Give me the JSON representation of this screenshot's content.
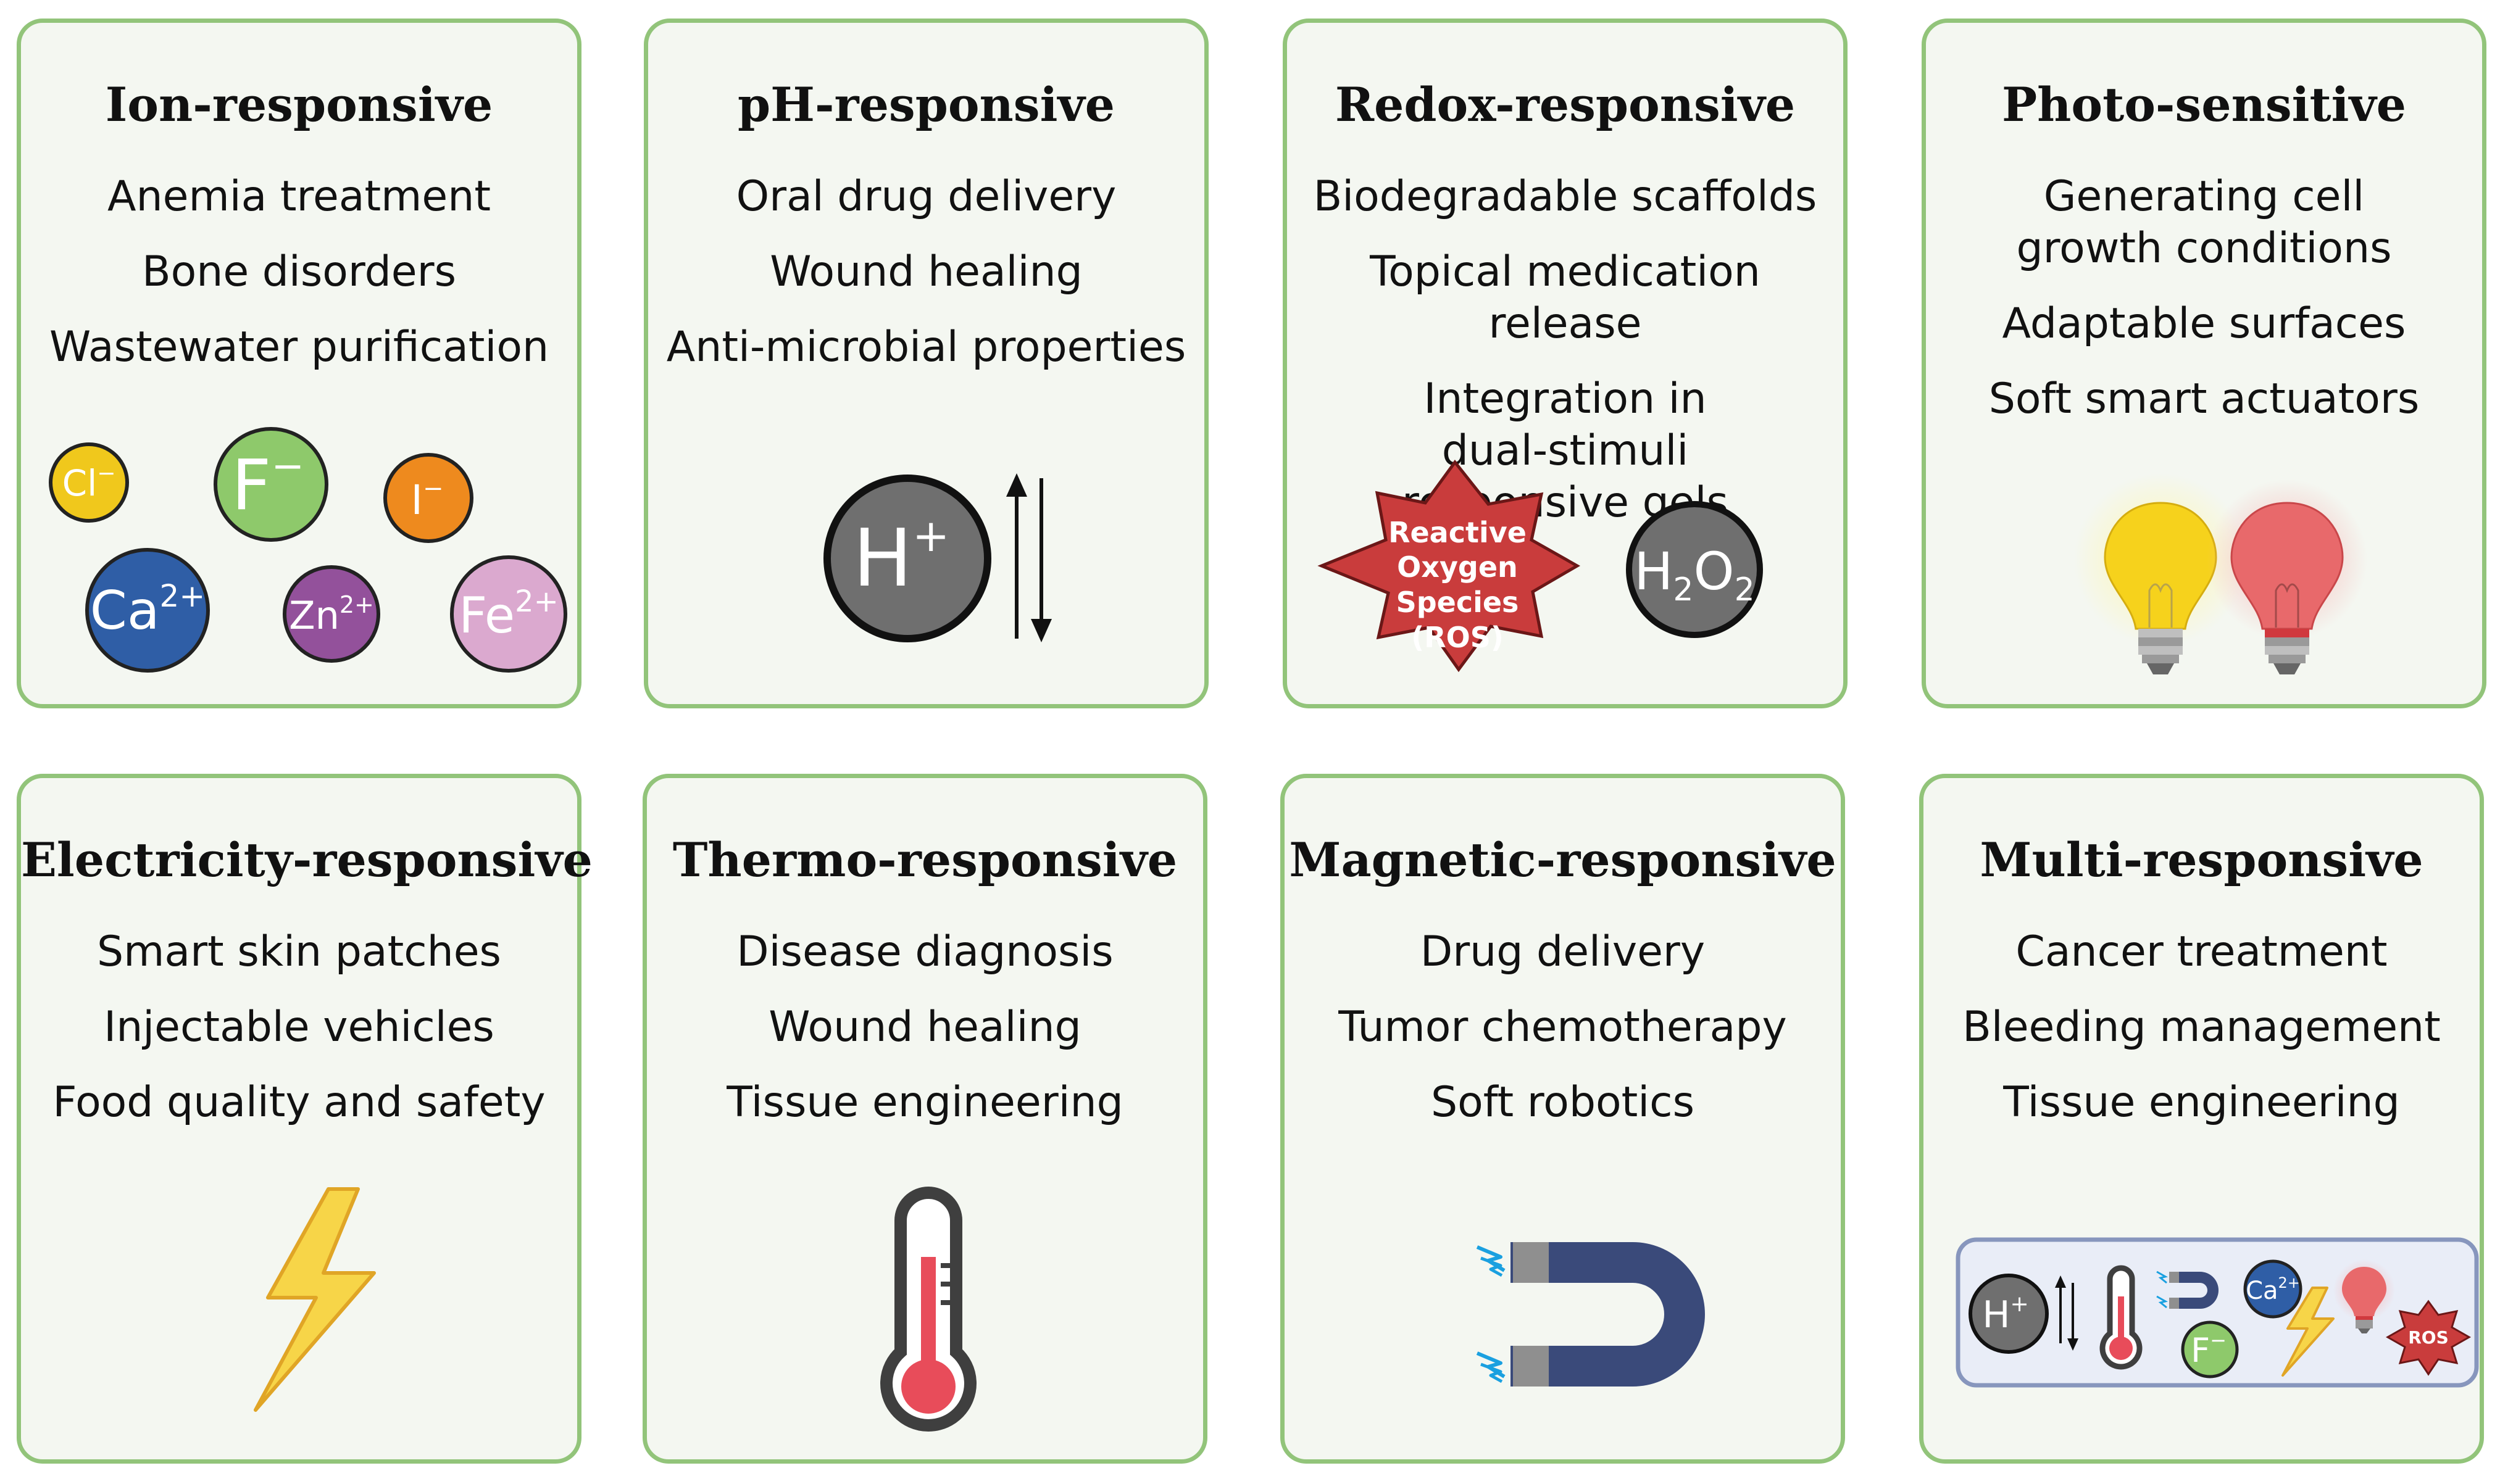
{
  "cards": [
    {
      "title": "Ion-responsive",
      "items": [
        "Anemia treatment",
        "Bone disorders",
        "Wastewater purification"
      ],
      "ions": {
        "chloride": {
          "symbol": "Cl",
          "charge": "−"
        },
        "fluoride": {
          "symbol": "F",
          "charge": "−"
        },
        "iodide": {
          "symbol": "I",
          "charge": "−"
        },
        "calcium": {
          "symbol": "Ca",
          "charge": "2+"
        },
        "zinc": {
          "symbol": "Zn",
          "charge": "2+"
        },
        "iron": {
          "symbol": "Fe",
          "charge": "2+"
        }
      }
    },
    {
      "title": "pH-responsive",
      "items": [
        "Oral drug delivery",
        "Wound healing",
        "Anti-microbial properties"
      ],
      "proton": {
        "symbol": "H",
        "charge": "+"
      }
    },
    {
      "title": "Redox-responsive",
      "items": [
        "Biodegradable scaffolds",
        "Topical medication release",
        "Integration in dual-stimuli responsive gels"
      ],
      "ros_lines": [
        "Reactive",
        "Oxygen",
        "Species",
        "(ROS)"
      ],
      "peroxide": {
        "h": "H",
        "sub1": "2",
        "o": "O",
        "sub2": "2"
      }
    },
    {
      "title": "Photo-sensitive",
      "items": [
        "Generating cell growth conditions",
        "Adaptable surfaces",
        "Soft smart actuators"
      ]
    },
    {
      "title": "Electricity-responsive",
      "items": [
        "Smart skin patches",
        "Injectable vehicles",
        "Food quality and safety"
      ]
    },
    {
      "title": "Thermo-responsive",
      "items": [
        "Disease diagnosis",
        "Wound healing",
        "Tissue engineering"
      ]
    },
    {
      "title": "Magnetic-responsive",
      "items": [
        "Drug delivery",
        "Tumor chemotherapy",
        "Soft robotics"
      ]
    },
    {
      "title": "Multi-responsive",
      "items": [
        "Cancer treatment",
        "Bleeding management",
        "Tissue engineering"
      ],
      "mini": {
        "proton": {
          "symbol": "H",
          "charge": "+"
        },
        "calcium": {
          "symbol": "Ca",
          "charge": "2+"
        },
        "fluoride": {
          "symbol": "F",
          "charge": "−"
        },
        "ros": "ROS"
      }
    }
  ],
  "colors": {
    "card_border": "#92c47a",
    "card_fill": "#f4f7f1",
    "chloride": "#f0c81c",
    "fluoride": "#8ec96b",
    "iodide": "#ee8a1e",
    "calcium": "#2f5ea6",
    "zinc": "#93519b",
    "iron": "#dba9cf",
    "proton": "#6f6f6f",
    "ros": "#c93c3c",
    "bulb_yellow": "#f6d21c",
    "bulb_red": "#e8696b",
    "bolt": "#f7d548",
    "thermo_red": "#e84c5a",
    "magnet": "#3a4a7a",
    "spark": "#1aa0e0",
    "mini_panel": "#e9edf7"
  }
}
